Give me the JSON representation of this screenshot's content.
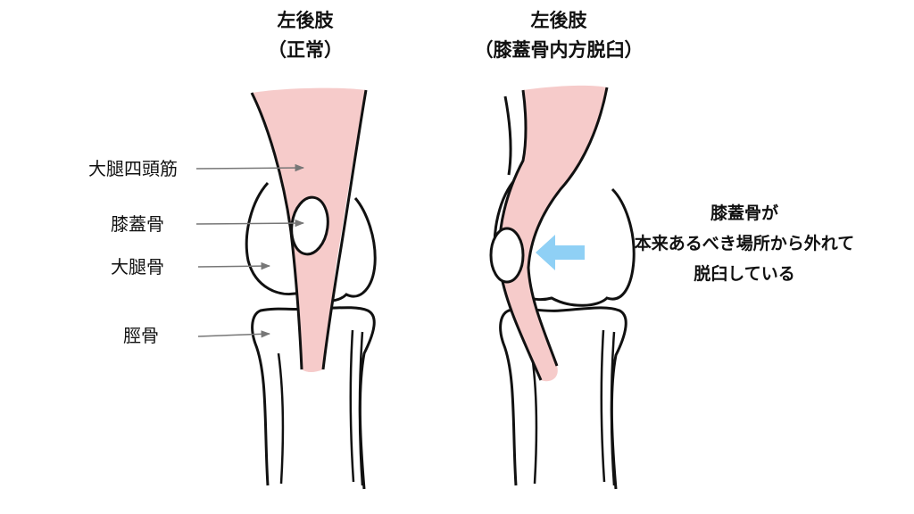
{
  "left_panel": {
    "title_line1": "左後肢",
    "title_line2": "（正常）",
    "labels": {
      "quadriceps": "大腿四頭筋",
      "patella": "膝蓋骨",
      "femur": "大腿骨",
      "tibia": "脛骨"
    }
  },
  "right_panel": {
    "title_line1": "左後肢",
    "title_line2": "（膝蓋骨内方脱臼）",
    "note_line1": "膝蓋骨が",
    "note_line2": "本来あるべき場所から外れて",
    "note_line3": "脱臼している"
  },
  "colors": {
    "muscle": "#f6cbca",
    "arrow_blue": "#8fd0f5",
    "line": "#111111",
    "pointer": "#777777"
  }
}
